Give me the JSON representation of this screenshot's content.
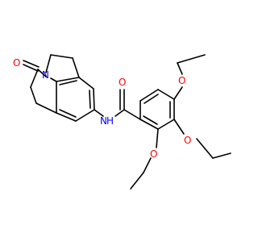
{
  "colors": {
    "bond": "#000000",
    "oxygen": "#ff0000",
    "nitrogen": "#0000ff",
    "background": "#ffffff"
  },
  "atoms": {
    "ketone_oxygen": "O",
    "ring_nitrogen": "N",
    "amide_oxygen": "O",
    "amide_nitrogen": "N",
    "amide_hydrogen": "H",
    "ethoxy_oxygen_top": "O",
    "ethoxy_oxygen_middle": "O",
    "ethoxy_oxygen_bottom": "O"
  }
}
